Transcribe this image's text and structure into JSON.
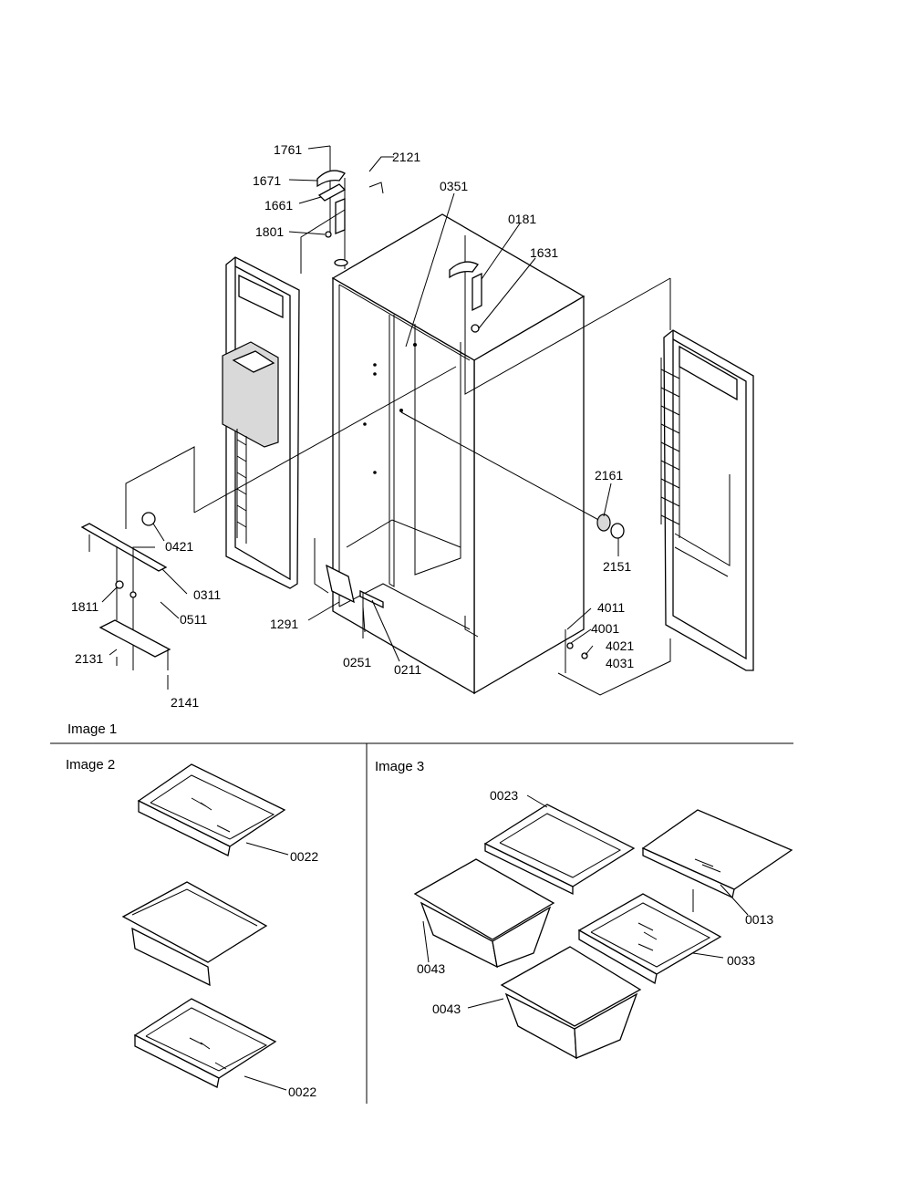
{
  "sections": [
    {
      "label": "Image 1"
    },
    {
      "label": "Image 2"
    },
    {
      "label": "Image 3"
    }
  ],
  "callouts": [
    {
      "label": "1761"
    },
    {
      "label": "1671"
    },
    {
      "label": "2121"
    },
    {
      "label": "1661"
    },
    {
      "label": "1801"
    },
    {
      "label": "0351"
    },
    {
      "label": "0181"
    },
    {
      "label": "1631"
    },
    {
      "label": "2161"
    },
    {
      "label": "0421"
    },
    {
      "label": "2151"
    },
    {
      "label": "0311"
    },
    {
      "label": "1811"
    },
    {
      "label": "0511"
    },
    {
      "label": "1291"
    },
    {
      "label": "4011"
    },
    {
      "label": "4001"
    },
    {
      "label": "4021"
    },
    {
      "label": "4031"
    },
    {
      "label": "2131"
    },
    {
      "label": "0251"
    },
    {
      "label": "0211"
    },
    {
      "label": "2141"
    },
    {
      "label": "0022"
    },
    {
      "label": "0022"
    },
    {
      "label": "0023"
    },
    {
      "label": "0013"
    },
    {
      "label": "0043"
    },
    {
      "label": "0033"
    },
    {
      "label": "0043"
    }
  ]
}
